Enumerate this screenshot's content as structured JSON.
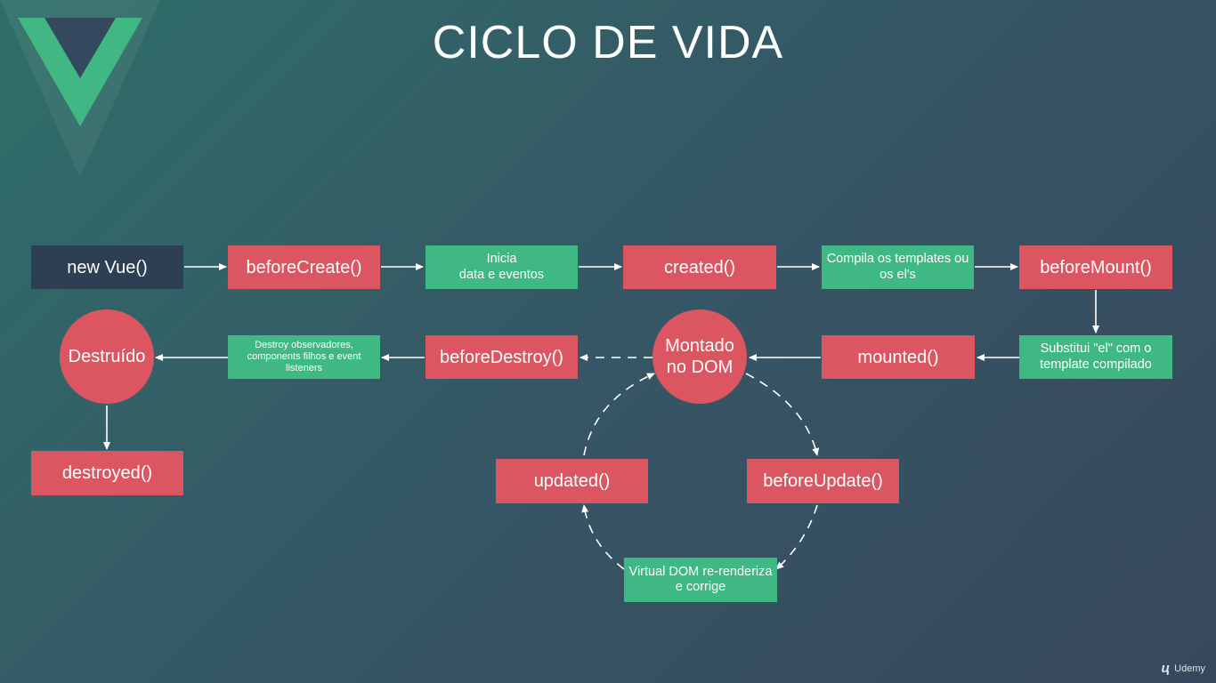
{
  "title": "CICLO DE VIDA",
  "nodes": {
    "new_vue": "new Vue()",
    "before_create": "beforeCreate()",
    "init_events": "Inicia\ndata e eventos",
    "created": "created()",
    "compile_templates": "Compila os templates ou\nos el's",
    "before_mount": "beforeMount()",
    "replace_el": "Substitui \"el\" com o\ntemplate compilado",
    "mounted": "mounted()",
    "mounted_on_dom": "Montado\nno DOM",
    "before_destroy": "beforeDestroy()",
    "destroy_watchers": "Destroy observadores,\ncomponents filhos e event\nlisteners",
    "destroyed_state": "Destruído",
    "destroyed": "destroyed()",
    "before_update": "beforeUpdate()",
    "virtual_dom": "Virtual DOM re-renderiza\ne corrige",
    "updated": "updated()"
  },
  "watermark": {
    "brand": "Udemy"
  },
  "colors": {
    "hook": "#db5660",
    "process": "#3fb883",
    "start": "#2e3f54",
    "logo_green": "#41b883",
    "logo_dark": "#35495e"
  }
}
